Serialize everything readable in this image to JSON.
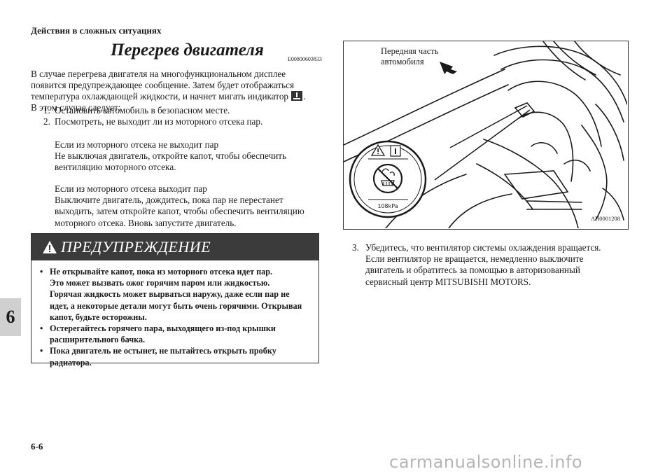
{
  "header": {
    "section": "Действия в сложных ситуациях"
  },
  "chapter_tab": "6",
  "title": "Перегрев двигателя",
  "doc_code": "E00800603833",
  "intro": {
    "line1": "В случае перегрева двигателя на многофункциональном дисплее",
    "line2": "появится предупреждающее сообщение. Затем будет отображаться",
    "line3": "температура охлаждающей жидкости, и начнет мигать индикатор",
    "line3_end": ".",
    "line4": "В этом случае следует:"
  },
  "steps": [
    {
      "num": "1.",
      "text": "Остановить автомобиль в безопасном месте."
    },
    {
      "num": "2.",
      "text": "Посмотреть, не выходит ли из моторного отсека пар."
    }
  ],
  "case_no_steam": {
    "l1": "Если из моторного отсека не выходит пар",
    "l2": "Не выключая двигатель, откройте капот, чтобы обеспечить",
    "l3": "вентиляцию моторного отсека."
  },
  "case_steam": {
    "l1": "Если из моторного отсека выходит пар",
    "l2": "Выключите двигатель, дождитесь, пока пар не перестанет",
    "l3": "выходить, затем откройте капот, чтобы обеспечить вентиляцию",
    "l4": "моторного отсека. Вновь запустите двигатель."
  },
  "warning": {
    "heading": "ПРЕДУПРЕЖДЕНИЕ",
    "items": [
      {
        "bullet": "•",
        "l1": "Не открывайте капот, пока из моторного отсека идет пар.",
        "l2": "Это может вызвать ожог горячим паром или жидкостью.",
        "l3": "Горячая жидкость может вырваться наружу, даже если пар не",
        "l4": "идет, а некоторые детали могут быть очень горячими. Открывая",
        "l5": "капот, будьте осторожны."
      },
      {
        "bullet": "•",
        "l1": "Остерегайтесь горячего пара, выходящего из-под крышки",
        "l2": "расширительного бачка."
      },
      {
        "bullet": "•",
        "l1": "Пока двигатель не остынет, не пытайтесь открыть пробку",
        "l2": "радиатора."
      }
    ]
  },
  "figure": {
    "caption_l1": "Передняя часть",
    "caption_l2": "автомобиля",
    "pressure_label": "108kPa",
    "code": "AH0001208"
  },
  "step3": {
    "num": "3.",
    "l1": "Убедитесь, что вентилятор системы охлаждения вращается.",
    "l2": "Если вентилятор не вращается, немедленно выключите",
    "l3": "двигатель и обратитесь за помощью в авторизованный",
    "l4": "сервисный центр MITSUBISHI MOTORS."
  },
  "page_number": "6-6",
  "watermark": "carmanualsonline.info"
}
